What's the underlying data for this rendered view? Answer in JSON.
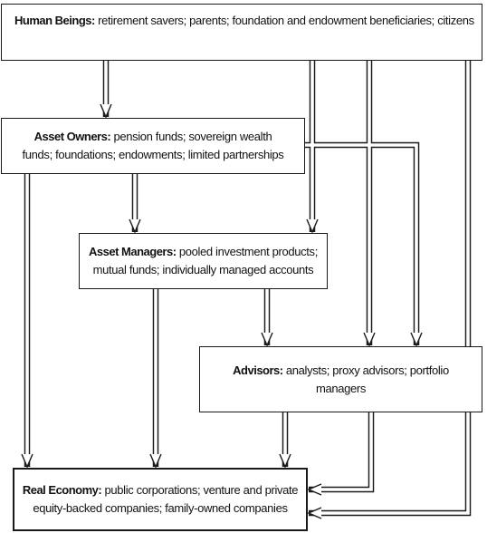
{
  "diagram": {
    "human": {
      "title": "Human Beings:",
      "desc": "retirement savers; parents; foundation and endowment beneficiaries; citizens"
    },
    "owners": {
      "title": "Asset Owners:",
      "line1": "pension funds; sovereign wealth",
      "line2": "funds; foundations; endowments; limited partnerships"
    },
    "managers": {
      "title": "Asset Managers:",
      "line1": "pooled investment products;",
      "line2": "mutual funds; individually managed accounts"
    },
    "advisors": {
      "title": "Advisors:",
      "line1": "analysts; proxy advisors; portfolio",
      "line2": "managers"
    },
    "economy": {
      "title": "Real Economy:",
      "line1": "public corporations; venture and private",
      "line2": "equity-backed companies; family-owned companies"
    }
  }
}
